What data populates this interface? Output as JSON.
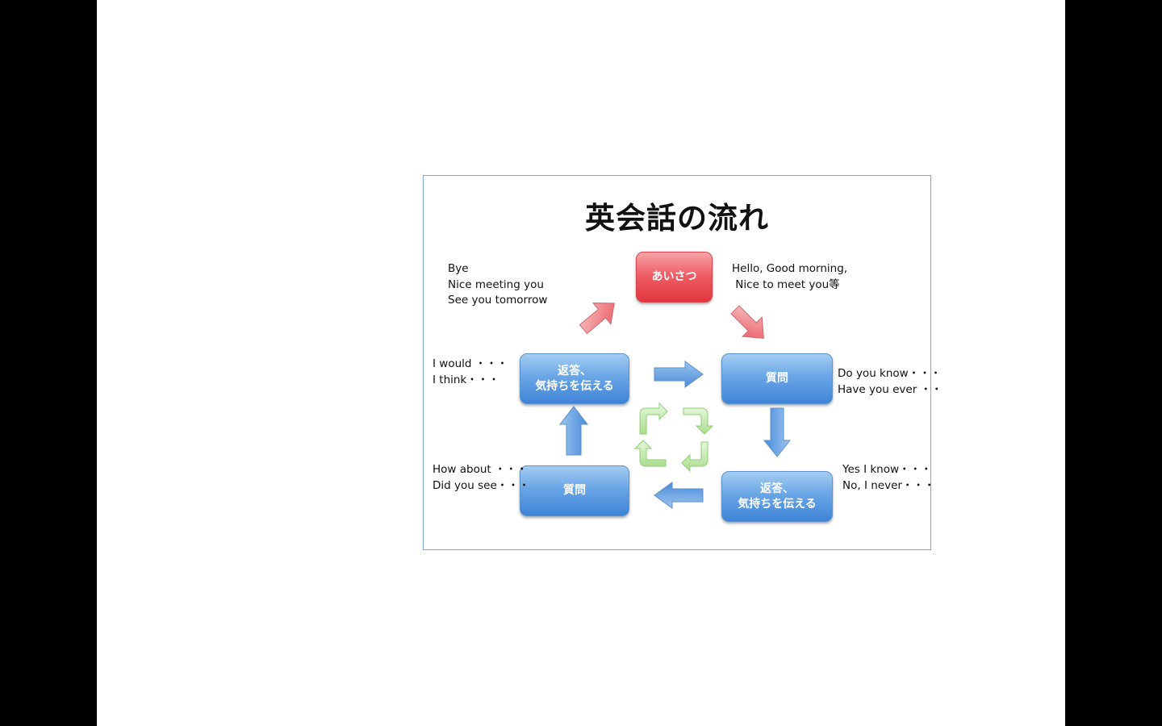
{
  "title": "英会話の流れ",
  "nodes": {
    "greeting": "あいさつ",
    "question_top": "質問",
    "answer_bottom": "返答、\n気持ちを伝える",
    "question_bottom": "質問",
    "answer_top": "返答、\n気持ちを伝える"
  },
  "phrases": {
    "farewell": [
      "Bye",
      "Nice meeting you",
      "See you tomorrow"
    ],
    "greeting": [
      "Hello, Good morning,",
      " Nice to meet you等"
    ],
    "opinion": [
      "I would ・・・",
      "I think・・・"
    ],
    "question": [
      "Do you know・・・",
      "Have you ever ・・"
    ],
    "suggestion": [
      "How about ・・・",
      "Did you see・・・"
    ],
    "reply": [
      "Yes I know・・・",
      "No, I never・・・"
    ]
  },
  "colors": {
    "blue_node": "#4a8bd9",
    "red_node": "#e8434b",
    "blue_arrow": "#5f9be0",
    "red_arrow": "#ee7a80",
    "cycle_arrow": "#b8e6a4"
  }
}
